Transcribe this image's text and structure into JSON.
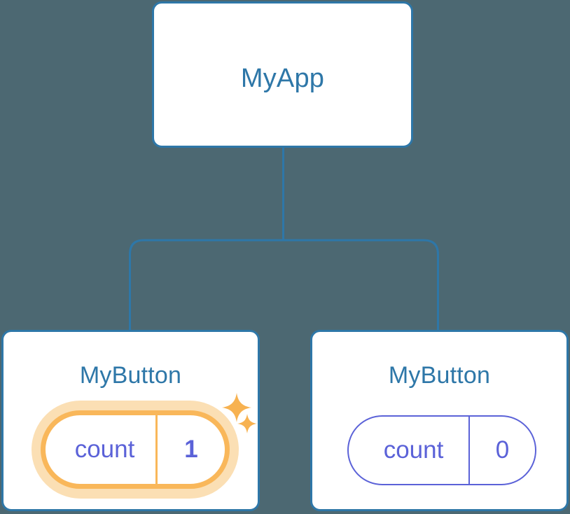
{
  "diagram": {
    "background_color": "#4c6872",
    "edge_color": "#2e77a8",
    "root": {
      "title": "MyApp"
    },
    "children": [
      {
        "title": "MyButton",
        "state": {
          "key": "count",
          "value": "1"
        },
        "highlighted": true,
        "highlight_color": "#f9b75a",
        "highlight_glow_color": "#fbdfb4",
        "sparkle_icons": [
          "sparkle-large-icon",
          "sparkle-small-icon"
        ]
      },
      {
        "title": "MyButton",
        "state": {
          "key": "count",
          "value": "0"
        },
        "highlighted": false,
        "outline_color": "#5b62d8"
      }
    ]
  }
}
